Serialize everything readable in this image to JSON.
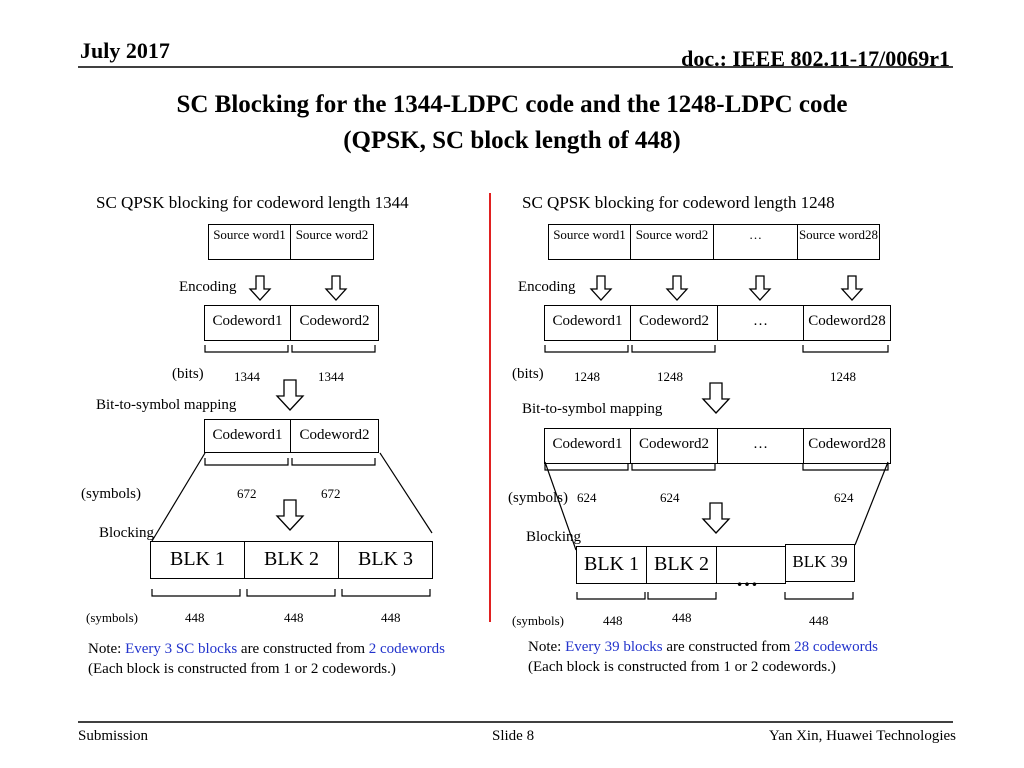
{
  "header": {
    "date": "July 2017",
    "doc": "doc.: IEEE 802.11-17/0069r1"
  },
  "title": {
    "line1": "SC Blocking for the 1344-LDPC code and the 1248-LDPC code",
    "line2": "(QPSK, SC block length of 448)"
  },
  "left": {
    "subtitle": "SC QPSK blocking for codeword length 1344",
    "source": [
      "Source word1",
      "Source word2"
    ],
    "encoding": "Encoding",
    "codewords": [
      "Codeword1",
      "Codeword2"
    ],
    "bits_label": "(bits)",
    "bits": [
      "1344",
      "1344"
    ],
    "mapping": "Bit-to-symbol mapping",
    "symbols_label": "(symbols)",
    "symbols": [
      "672",
      "672"
    ],
    "blocking": "Blocking",
    "blocks": [
      "BLK 1",
      "BLK 2",
      "BLK 3"
    ],
    "block_symbols": [
      "448",
      "448",
      "448"
    ],
    "note": {
      "prefix": "Note: ",
      "hl1": "Every 3 SC blocks",
      "mid": " are constructed from ",
      "hl2": "2 codewords",
      "line2": "(Each block is constructed from 1 or 2 codewords.)"
    }
  },
  "right": {
    "subtitle": "SC QPSK blocking for codeword length 1248",
    "source": [
      "Source word1",
      "Source word2",
      "…",
      "Source word28"
    ],
    "encoding": "Encoding",
    "codewords": [
      "Codeword1",
      "Codeword2",
      "…",
      "Codeword28"
    ],
    "bits_label": "(bits)",
    "bits": [
      "1248",
      "1248",
      "1248"
    ],
    "mapping": "Bit-to-symbol mapping",
    "symbols_label": "(symbols)",
    "symbols": [
      "624",
      "624",
      "624"
    ],
    "blocking": "Blocking",
    "blocks": [
      "BLK 1",
      "BLK 2",
      "",
      "BLK 39"
    ],
    "dots": "…",
    "block_symbols": [
      "448",
      "448",
      "448"
    ],
    "note": {
      "prefix": "Note: ",
      "hl1": "Every 39 blocks",
      "mid": " are constructed from ",
      "hl2": "28 codewords",
      "line2": "(Each block is constructed from 1 or 2 codewords.)"
    }
  },
  "footer": {
    "left": "Submission",
    "center": "Slide 8",
    "right": "Yan Xin, Huawei Technologies"
  },
  "colors": {
    "divider": "#e02020",
    "highlight": "#2233cc"
  }
}
